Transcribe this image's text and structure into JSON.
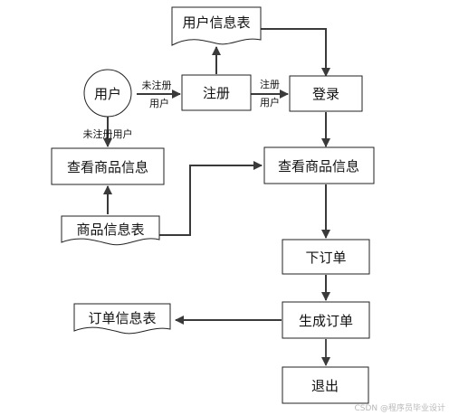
{
  "nodes": {
    "user": "用户",
    "register": "注册",
    "login": "登录",
    "user_table": "用户信息表",
    "browse_left": "查看商品信息",
    "browse_main": "查看商品信息",
    "product_table": "商品信息表",
    "place_order": "下订单",
    "generate_order": "生成订单",
    "order_table": "订单信息表",
    "exit": "退出"
  },
  "edges": {
    "user_to_register_line1": "未注册",
    "user_to_register_line2": "用户",
    "register_to_login_line1": "注册",
    "register_to_login_line2": "用户",
    "user_to_browse": "未注册用户"
  },
  "watermark": "CSDN @程序员毕业设计"
}
